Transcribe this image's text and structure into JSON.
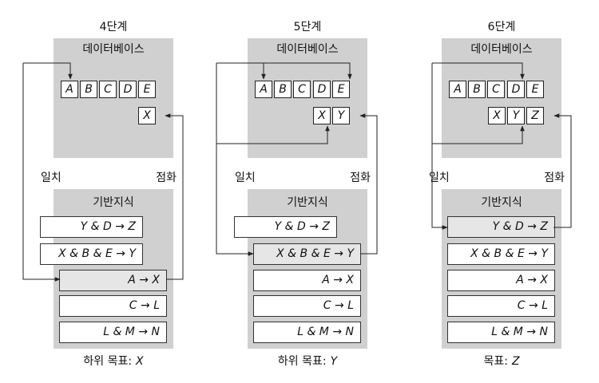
{
  "panels": [
    {
      "step_label": "4단계",
      "database_label": "데이터베이스",
      "facts": [
        "A",
        "B",
        "C",
        "D",
        "E"
      ],
      "derived_facts": [
        "X"
      ],
      "match_label": "일치",
      "fire_label": "점화",
      "kb_label": "기반지식",
      "rules": [
        {
          "text": "Y & D → Z",
          "active": false
        },
        {
          "text": "X & B & E → Y",
          "active": false
        },
        {
          "text": "A → X",
          "active": true
        },
        {
          "text": "C → L",
          "active": false
        },
        {
          "text": "L & M → N",
          "active": false
        }
      ],
      "goal_label": "하위 목표:",
      "goal_value": "X"
    },
    {
      "step_label": "5단계",
      "database_label": "데이터베이스",
      "facts": [
        "A",
        "B",
        "C",
        "D",
        "E"
      ],
      "derived_facts": [
        "X",
        "Y"
      ],
      "match_label": "일치",
      "fire_label": "점화",
      "kb_label": "기반지식",
      "rules": [
        {
          "text": "Y & D → Z",
          "active": false
        },
        {
          "text": "X & B & E → Y",
          "active": true
        },
        {
          "text": "A → X",
          "active": false
        },
        {
          "text": "C → L",
          "active": false
        },
        {
          "text": "L & M → N",
          "active": false
        }
      ],
      "goal_label": "하위 목표:",
      "goal_value": "Y"
    },
    {
      "step_label": "6단계",
      "database_label": "데이터베이스",
      "facts": [
        "A",
        "B",
        "C",
        "D",
        "E"
      ],
      "derived_facts": [
        "X",
        "Y",
        "Z"
      ],
      "match_label": "일치",
      "fire_label": "점화",
      "kb_label": "기반지식",
      "rules": [
        {
          "text": "Y & D → Z",
          "active": true
        },
        {
          "text": "X & B & E → Y",
          "active": false
        },
        {
          "text": "A → X",
          "active": false
        },
        {
          "text": "C → L",
          "active": false
        },
        {
          "text": "L & M → N",
          "active": false
        }
      ],
      "goal_label": "목표:",
      "goal_value": "Z"
    }
  ]
}
